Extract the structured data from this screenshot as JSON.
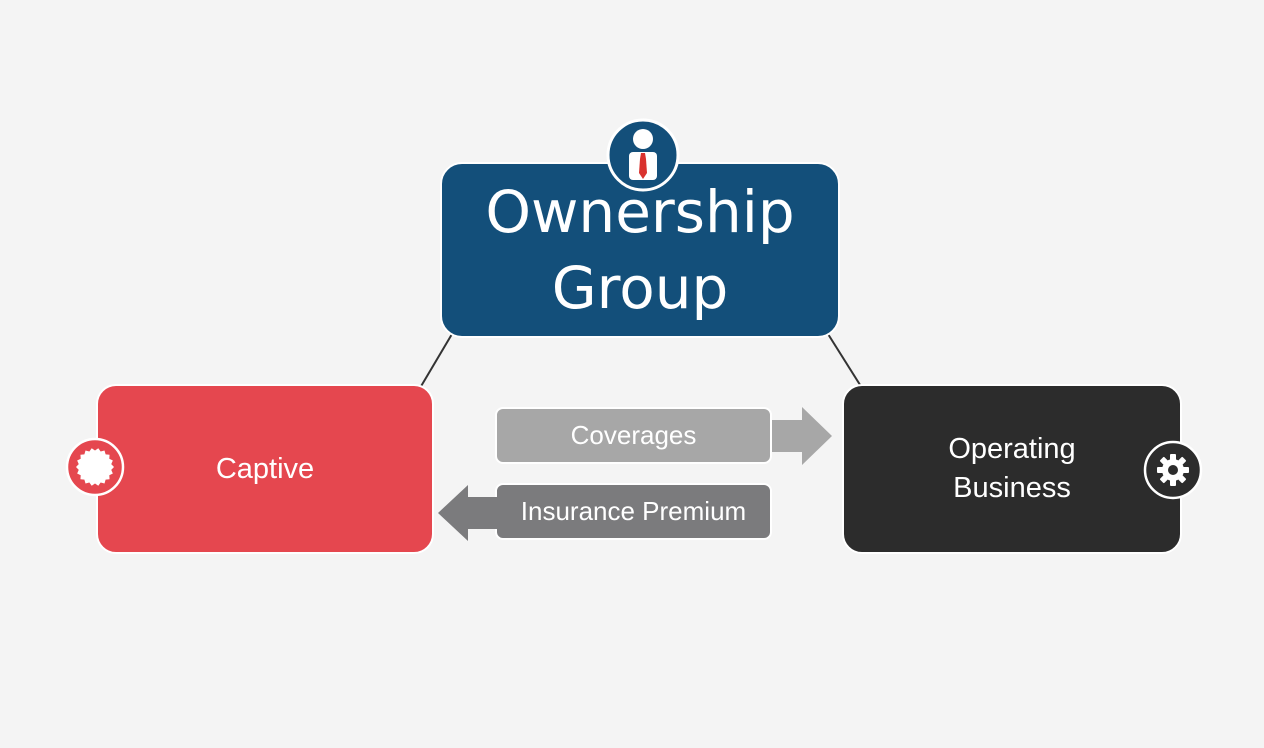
{
  "nodes": {
    "owner": {
      "title_line1": "Ownership",
      "title_line2": "Group",
      "color": "#134f7a",
      "icon": "businessman-icon"
    },
    "captive": {
      "label": "Captive",
      "color": "#e5474f",
      "icon": "seal-icon"
    },
    "business": {
      "label_line1": "Operating",
      "label_line2": "Business",
      "color": "#2c2c2c",
      "icon": "gear-icon"
    }
  },
  "flows": {
    "coverages": {
      "label": "Coverages",
      "color": "#a7a7a7",
      "direction": "captive-to-business"
    },
    "premium": {
      "label": "Insurance Premium",
      "color": "#7b7b7d",
      "direction": "business-to-captive"
    }
  },
  "colors": {
    "background": "#f4f4f4",
    "connector": "#333333",
    "tie": "#d9322e"
  }
}
